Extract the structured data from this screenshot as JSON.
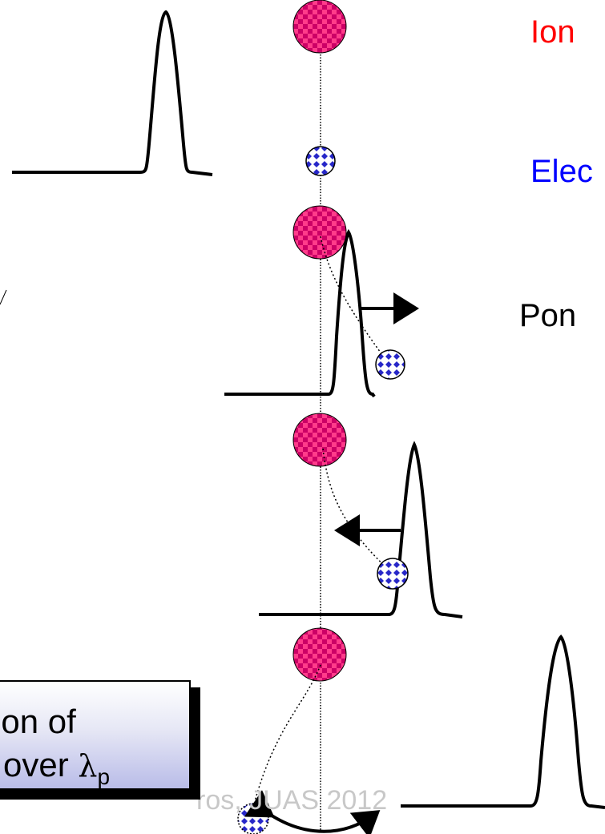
{
  "labels": {
    "ion": "Ion",
    "electron": "Elec",
    "ponderomotive": "Pon"
  },
  "box": {
    "line1": "ion of",
    "line2_prefix": "over ",
    "lambda": "λ",
    "subscript": "p"
  },
  "footer": "ros, JUAS 2012",
  "colors": {
    "ion_text": "#ff0000",
    "electron_text": "#0000ff",
    "ion_fill": "#ff3c8a",
    "ion_check": "#cc0066",
    "electron_fill": "#2727c8",
    "pulse": "#000000"
  },
  "icons": {
    "ion": "checkered-ion-circle-icon",
    "electron": "checkered-electron-circle-icon",
    "force_arrow": "arrow-icon",
    "oscillation": "double-arrow-icon"
  }
}
